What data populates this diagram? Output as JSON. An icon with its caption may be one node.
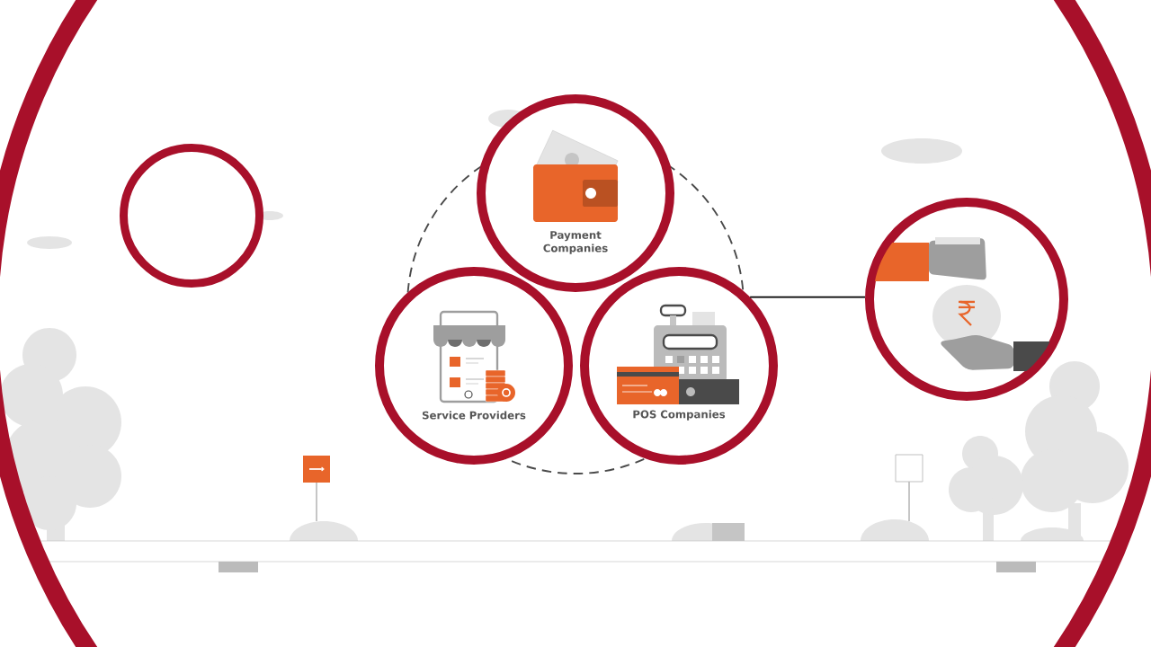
{
  "diagram": {
    "nodes": [
      {
        "text": [],
        "shape": "circle"
      },
      {
        "text": [
          "Payment Companies"
        ]
      },
      {
        "text": [
          "Service Providers"
        ]
      },
      {
        "text": [
          "POS Companies"
        ]
      },
      {
        "text": [],
        "shape": "picture"
      }
    ],
    "edges": [
      {
        "from": 3,
        "to": 4,
        "arrow": "none"
      }
    ]
  }
}
